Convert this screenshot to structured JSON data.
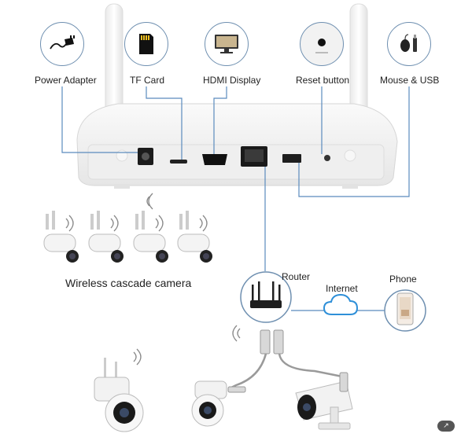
{
  "labels": {
    "power_adapter": "Power Adapter",
    "tf_card": "TF Card",
    "hdmi_display": "HDMI Display",
    "reset_button": "Reset button",
    "mouse_usb": "Mouse & USB",
    "wireless_cascade": "Wireless cascade camera",
    "router": "Router",
    "internet": "Internet",
    "phone": "Phone"
  },
  "icons": {
    "power": "power-adapter-icon",
    "tf": "sd-card-icon",
    "hdmi": "monitor-icon",
    "reset": "reset-button-icon",
    "usb": "mouse-usb-icon"
  },
  "colors": {
    "line": "#5b8bbd",
    "circle_border": "#6e8fb0",
    "cloud": "#2e8fd8",
    "nvr_body": "#f1f1f1"
  }
}
